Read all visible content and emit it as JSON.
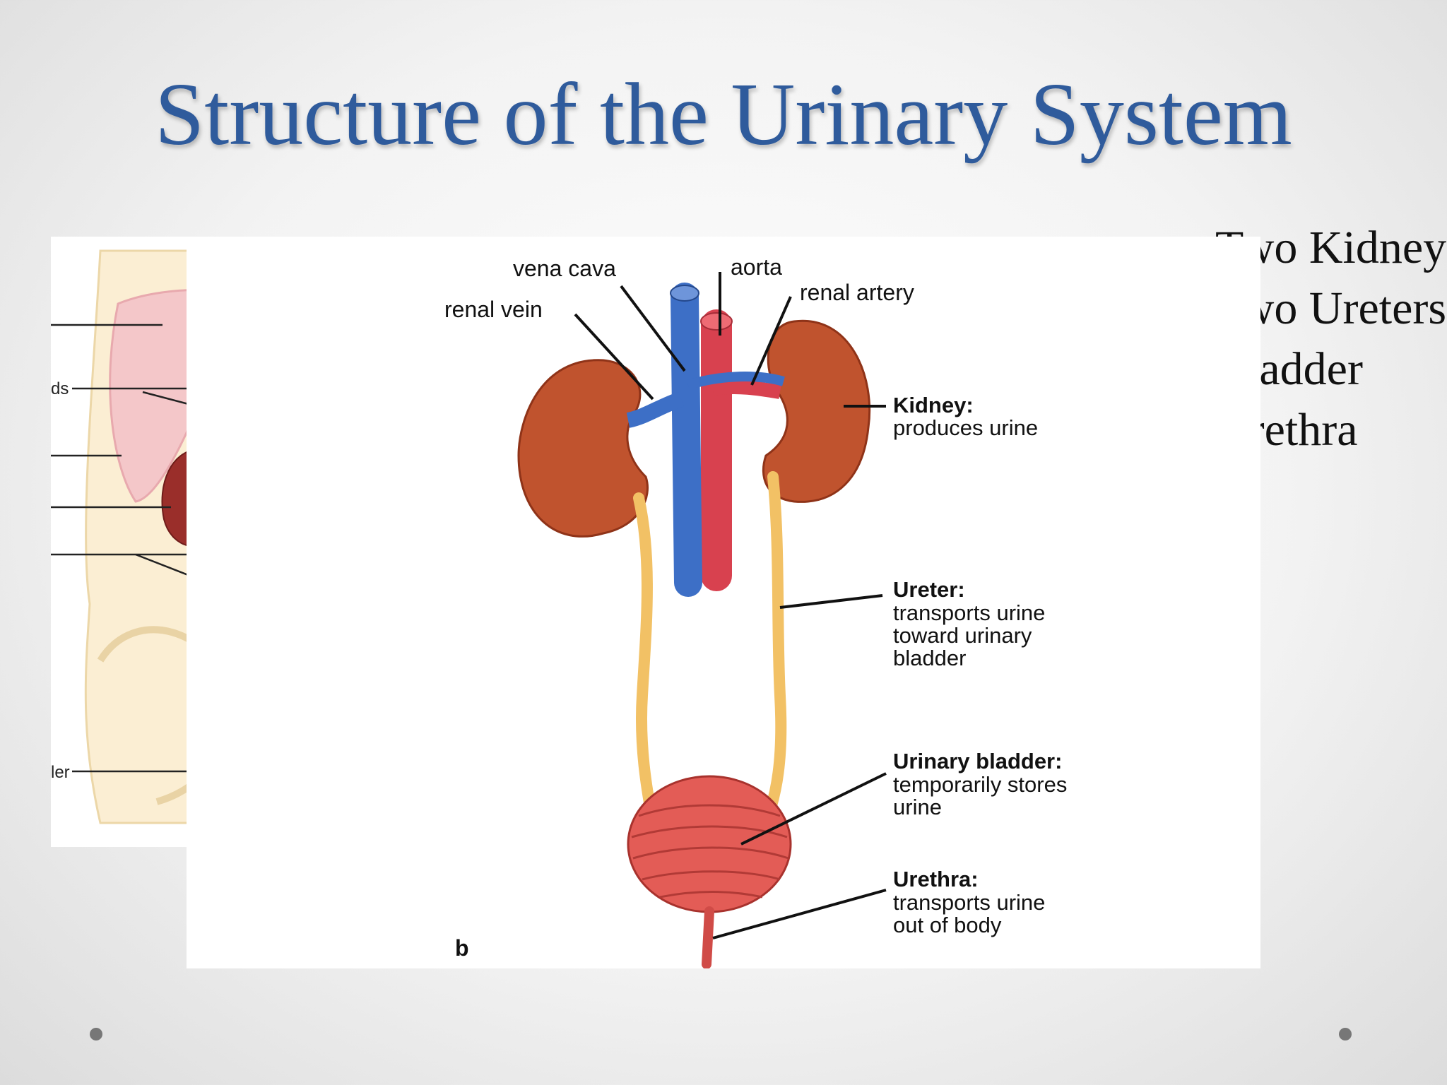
{
  "slide": {
    "title": "Structure of the Urinary System",
    "bullet_char": "•",
    "bullets": [
      "Two Kidneys",
      "Two Ureters",
      "Bladder",
      "Urethra"
    ]
  },
  "left_figure": {
    "partial_labels": [
      "ds",
      "ler",
      "("
    ]
  },
  "right_figure": {
    "panel_letter": "b",
    "vessel_labels": {
      "vena_cava": "vena cava",
      "aorta": "aorta",
      "renal_vein": "renal vein",
      "renal_artery": "renal artery"
    },
    "organs": [
      {
        "name": "Kidney:",
        "lines": [
          "produces urine"
        ]
      },
      {
        "name": "Ureter:",
        "lines": [
          "transports urine",
          "toward urinary",
          "bladder"
        ]
      },
      {
        "name": "Urinary bladder:",
        "lines": [
          "temporarily stores",
          "urine"
        ]
      },
      {
        "name": "Urethra:",
        "lines": [
          "transports urine",
          "out of body"
        ]
      }
    ]
  },
  "colors": {
    "title": "#2f5b9c",
    "kidney": "#c0532e",
    "vein": "#3d6fc6",
    "artery": "#d8414f",
    "ureter": "#f2c165",
    "skin": "#fbeed3"
  }
}
